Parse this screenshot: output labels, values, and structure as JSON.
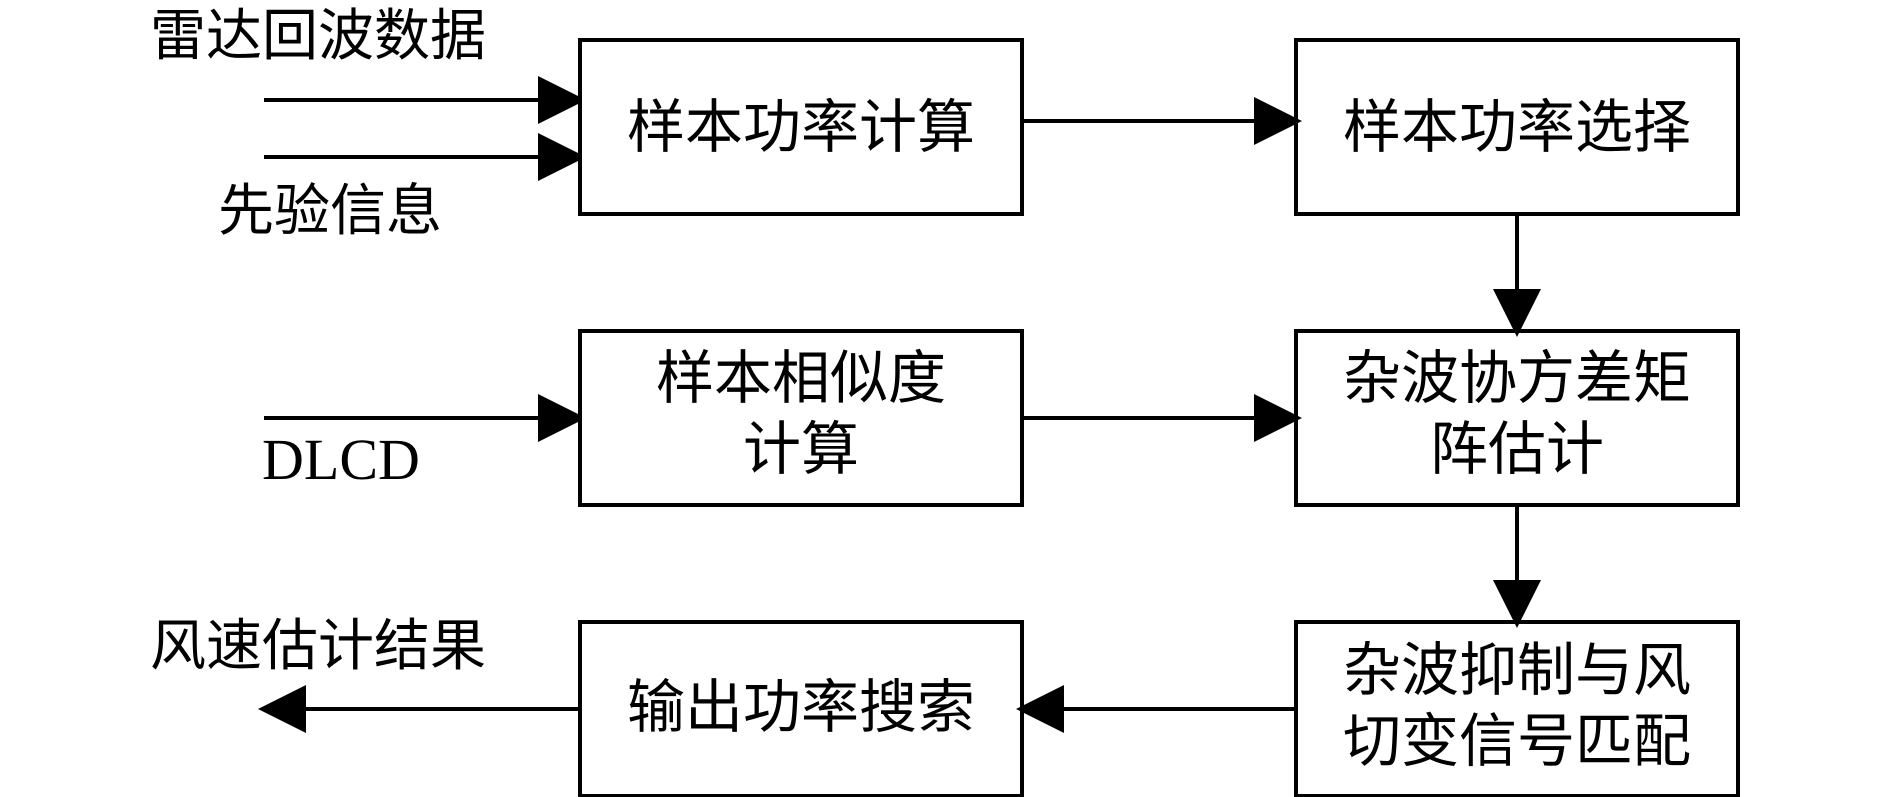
{
  "inputs": {
    "radar_echo_data": "雷达回波数据",
    "prior_information": "先验信息",
    "dlcd": "DLCD"
  },
  "outputs": {
    "wind_speed_result": "风速估计结果"
  },
  "boxes": {
    "sample_power_calculation": {
      "line1": "样本功率计算"
    },
    "sample_power_selection": {
      "line1": "样本功率选择"
    },
    "sample_similarity_calculation": {
      "line1": "样本相似度",
      "line2": "计算"
    },
    "clutter_covariance_estimation": {
      "line1": "杂波协方差矩",
      "line2": "阵估计"
    },
    "output_power_search": {
      "line1": "输出功率搜索"
    },
    "clutter_suppression_matching": {
      "line1": "杂波抑制与风",
      "line2": "切变信号匹配"
    }
  },
  "colors": {
    "line": "#000000",
    "background": "#ffffff",
    "text": "#000000"
  }
}
